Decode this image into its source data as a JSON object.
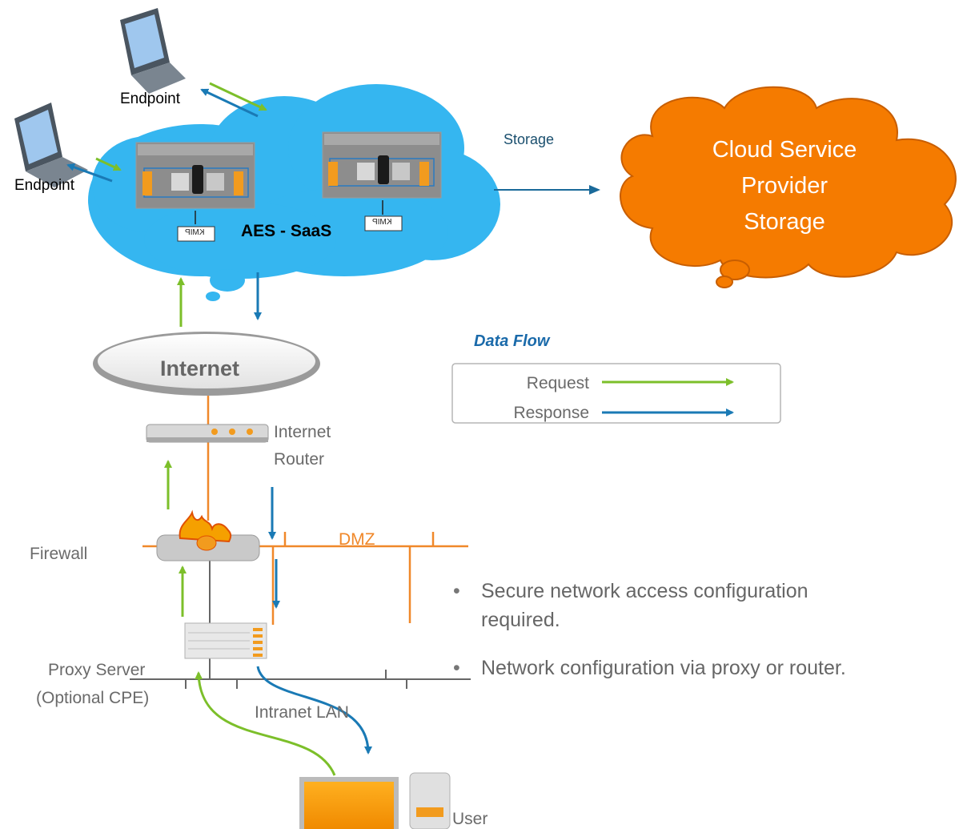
{
  "labels": {
    "endpoint_top": "Endpoint",
    "endpoint_left": "Endpoint",
    "aes_saas": "AES - SaaS",
    "storage": "Storage",
    "cloud_provider": [
      "Cloud Service",
      "Provider",
      "Storage"
    ],
    "internet": "Internet",
    "internet_router": [
      "Internet",
      "Router"
    ],
    "firewall": "Firewall",
    "dmz": "DMZ",
    "proxy_server": [
      "Proxy Server",
      "(Optional CPE)"
    ],
    "intranet_lan": "Intranet LAN",
    "user": "User",
    "kmip": "KMIP"
  },
  "legend": {
    "title": "Data Flow",
    "items": [
      {
        "label": "Request",
        "color": "#7cbf2a"
      },
      {
        "label": "Response",
        "color": "#1a7ab5"
      }
    ]
  },
  "bullets": [
    "Secure network access configuration required.",
    "Network configuration via proxy or router."
  ],
  "colors": {
    "cloud_blue": "#35b6f0",
    "cloud_orange": "#f57b00",
    "network_line": "#f0882a",
    "request": "#7cbf2a",
    "response": "#1a7ab5"
  }
}
